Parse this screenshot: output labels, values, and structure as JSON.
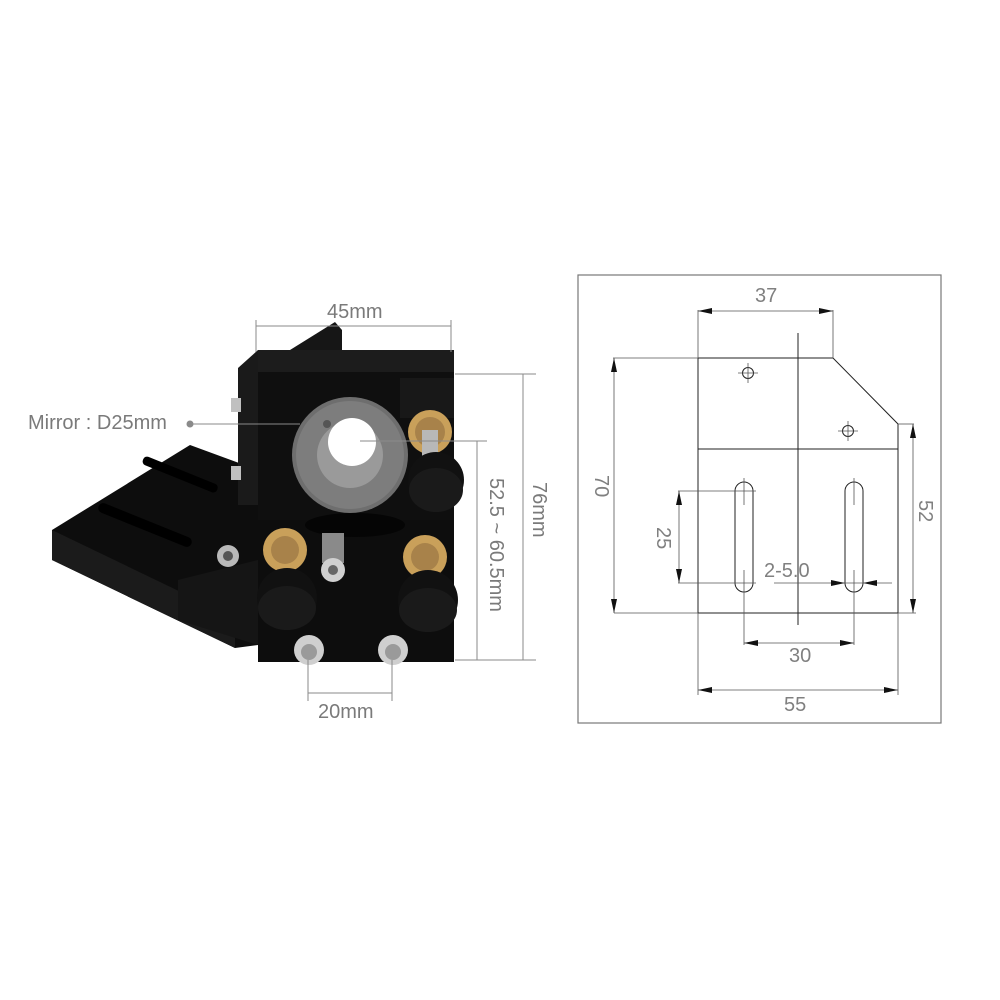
{
  "photo": {
    "labels": {
      "width": "45mm",
      "height": "76mm",
      "adjust_range": "52.5 ~ 60.5mm",
      "screw_spacing": "20mm",
      "mirror": "Mirror : D25mm"
    },
    "colors": {
      "body": "#111111",
      "brass": "#c9a05a",
      "dim_text": "#7a7a7a"
    }
  },
  "drawing": {
    "dims": {
      "top_width": "37",
      "height_total": "70",
      "height_right": "52",
      "slot_length": "25",
      "slot_width": "2-5.0",
      "slot_spacing": "30",
      "base_width": "55"
    }
  }
}
